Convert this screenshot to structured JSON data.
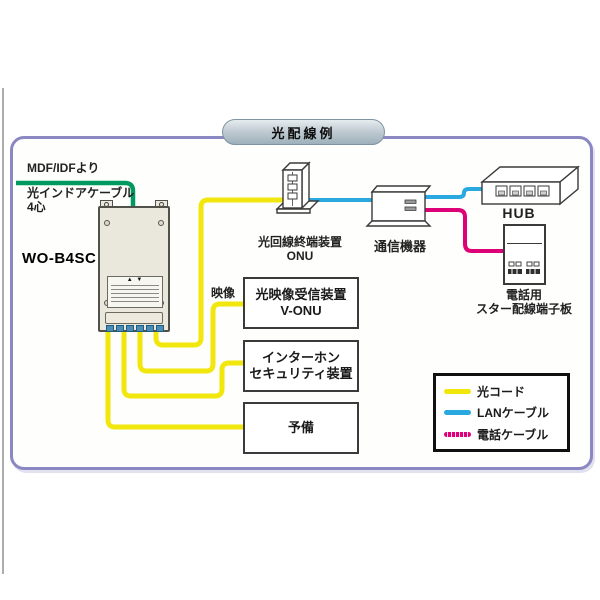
{
  "title": "光配線例",
  "colors": {
    "fiber_cord": "#f2e70c",
    "lan_cable": "#2aa9e0",
    "phone_cable": "#dd0077",
    "indoor_cable": "#009a5e",
    "frame_border": "#8a87c2"
  },
  "source": {
    "from_label": "MDF/IDFより",
    "cable_line1": "光インドアケーブル",
    "cable_line2": "4心"
  },
  "device": {
    "model": "WO-B4SC",
    "warning_marks": "▲ ▼"
  },
  "labels": {
    "video": "映像"
  },
  "nodes": {
    "onu": {
      "line1": "光回線終端装置",
      "line2": "ONU"
    },
    "comm": {
      "label": "通信機器"
    },
    "hub": {
      "label": "HUB"
    },
    "phone_board": {
      "line1": "電話用",
      "line2": "スター配線端子板"
    },
    "v_onu": {
      "line1": "光映像受信装置",
      "line2": "V-ONU"
    },
    "intercom": {
      "line1": "インターホン",
      "line2": "セキュリティ装置"
    },
    "spare": {
      "label": "予備"
    }
  },
  "legend": {
    "items": [
      {
        "label": "光コード",
        "color": "#f2e70c"
      },
      {
        "label": "LANケーブル",
        "color": "#2aa9e0"
      },
      {
        "label": "電話ケーブル",
        "color": "#dd0077"
      }
    ]
  }
}
